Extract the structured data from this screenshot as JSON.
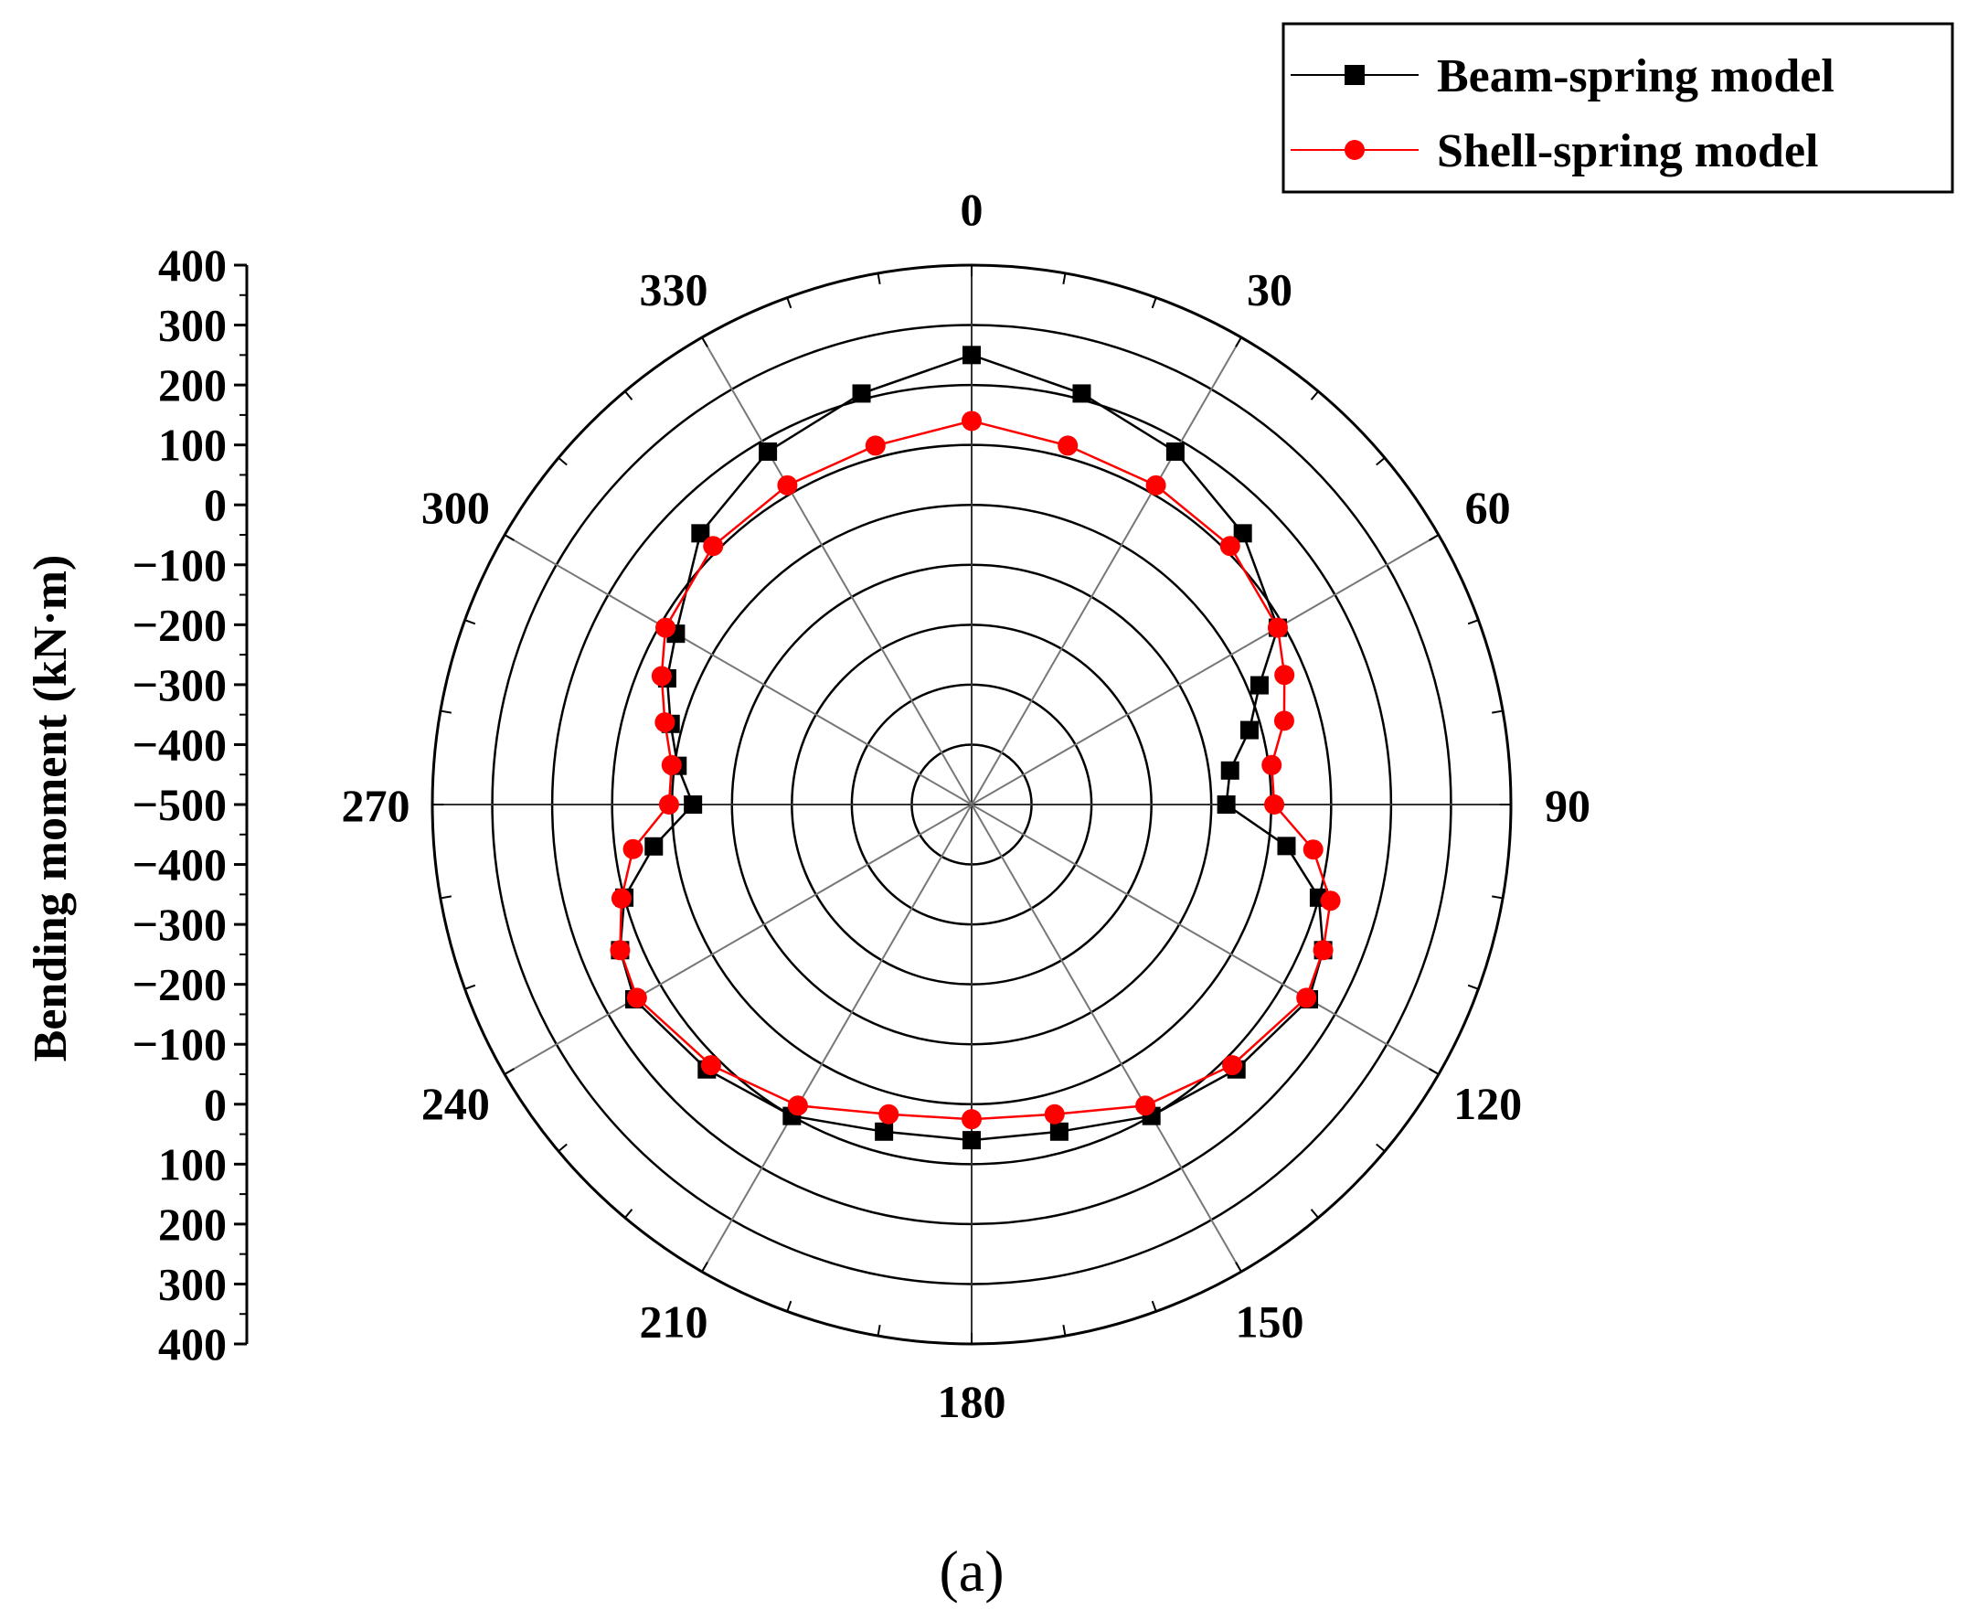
{
  "chart_data": {
    "type": "polar-line",
    "subtitle": "(a)",
    "ylabel": "Bending moment (kN·m)",
    "radial_axis": {
      "ticks": [
        "400",
        "300",
        "200",
        "100",
        "0",
        "−100",
        "−200",
        "−300",
        "−400",
        "−500",
        "−400",
        "−300",
        "−200",
        "−100",
        "0",
        "100",
        "200",
        "300",
        "400"
      ],
      "range": [
        -500,
        400
      ]
    },
    "angle_axis": {
      "unit": "degrees",
      "direction": "clockwise",
      "zero": "top",
      "ticks": [
        "0",
        "30",
        "60",
        "90",
        "120",
        "150",
        "180",
        "210",
        "240",
        "270",
        "300",
        "330"
      ]
    },
    "grid": true,
    "legend": {
      "position": "top-right"
    },
    "series": [
      {
        "name": "Beam-spring model",
        "color": "#000000",
        "marker": "square",
        "theta": [
          0,
          15,
          30,
          45,
          60,
          67.5,
          75,
          82.5,
          90,
          97.5,
          105,
          112.5,
          120,
          135,
          150,
          165,
          180,
          195,
          210,
          225,
          240,
          247.5,
          255,
          262.5,
          270,
          277.5,
          285,
          292.5,
          300,
          315,
          330,
          345
        ],
        "r": [
          250,
          210,
          180,
          140,
          90,
          20,
          -20,
          -65,
          -75,
          30,
          100,
          135,
          150,
          125,
          100,
          65,
          60,
          65,
          100,
          125,
          150,
          135,
          100,
          35,
          -35,
          -5,
          20,
          50,
          70,
          140,
          180,
          210
        ]
      },
      {
        "name": "Shell-spring model",
        "color": "#ff0000",
        "marker": "circle",
        "theta": [
          0,
          15,
          30,
          45,
          60,
          67.5,
          75,
          82.5,
          90,
          97.5,
          105,
          112.5,
          120,
          135,
          150,
          165,
          180,
          195,
          210,
          225,
          240,
          247.5,
          255,
          262.5,
          270,
          277.5,
          285,
          292.5,
          300,
          315,
          330,
          345
        ],
        "r": [
          140,
          120,
          115,
          110,
          90,
          65,
          40,
          5,
          5,
          75,
          120,
          135,
          145,
          115,
          80,
          35,
          25,
          35,
          80,
          115,
          145,
          135,
          105,
          70,
          5,
          5,
          30,
          60,
          90,
          110,
          115,
          120
        ]
      }
    ]
  }
}
